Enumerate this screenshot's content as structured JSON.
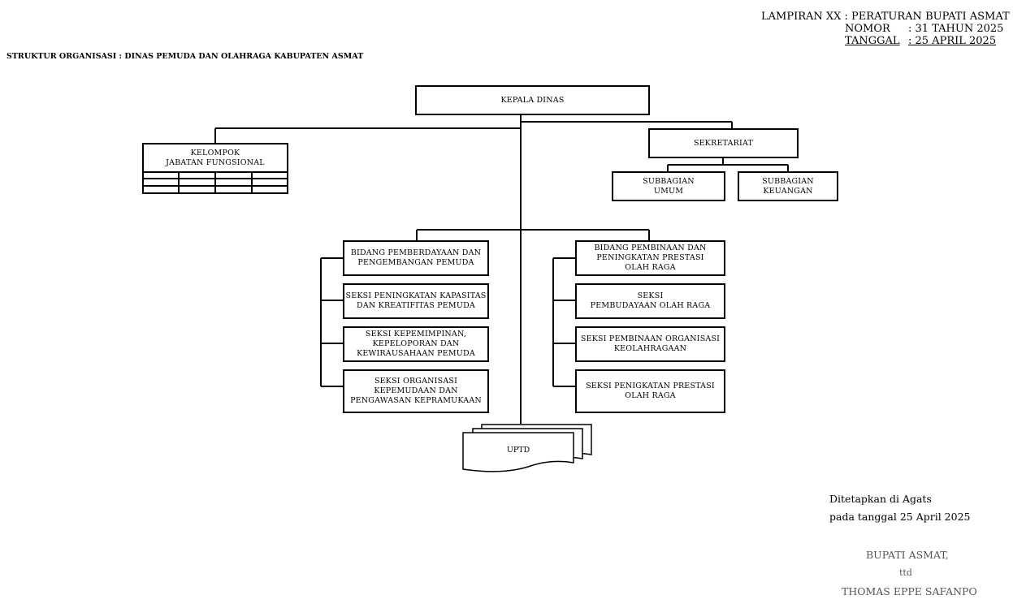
{
  "header": {
    "lampiran": "LAMPIRAN XX : PERATURAN BUPATI ASMAT",
    "nomor_label": "NOMOR",
    "nomor_value": ": 31 TAHUN 2025",
    "tanggal_label": "TANGGAL",
    "tanggal_value": ":   25 APRIL 2025"
  },
  "title": "STRUKTUR ORGANISASI : DINAS PEMUDA DAN OLAHRAGA KABUPATEN ASMAT",
  "units": {
    "kepala": "KEPALA DINAS",
    "fungsional_1": "KELOMPOK",
    "fungsional_2": "JABATAN FUNGSIONAL",
    "sekretariat": "SEKRETARIAT",
    "umum_1": "SUBBAGIAN",
    "umum_2": "UMUM",
    "keuangan_1": "SUBBAGIAN",
    "keuangan_2": "KEUANGAN",
    "left_bidang_1": "BIDANG PEMBERDAYAAN DAN",
    "left_bidang_2": "PENGEMBANGAN PEMUDA",
    "left_s1_1": "SEKSI PENINGKATAN KAPASITAS",
    "left_s1_2": "DAN KREATIFITAS PEMUDA",
    "left_s2_1": "SEKSI KEPEMIMPINAN,",
    "left_s2_2": "KEPELOPORAN DAN",
    "left_s2_3": "KEWIRAUSAHAAN PEMUDA",
    "left_s3_1": "SEKSI ORGANISASI",
    "left_s3_2": "KEPEMUDAAN DAN",
    "left_s3_3": "PENGAWASAN KEPRAMUKAAN",
    "right_bidang_1": "BIDANG PEMBINAAN DAN",
    "right_bidang_2": "PENINGKATAN PRESTASI",
    "right_bidang_3": "OLAH RAGA",
    "right_s1_1": "SEKSI",
    "right_s1_2": "PEMBUDAYAAN OLAH RAGA",
    "right_s2_1": "SEKSI PEMBINAAN ORGANISASI",
    "right_s2_2": "KEOLAHRAGAAN",
    "right_s3_1": "SEKSI PENIGKATAN PRESTASI",
    "right_s3_2": "OLAH RAGA",
    "uptd": "UPTD"
  },
  "footer": {
    "ditetapkan": "Ditetapkan di Agats",
    "tanggal": "pada tanggal 25 April 2025",
    "jabatan": "BUPATI ASMAT,",
    "ttd": "ttd",
    "nama": "THOMAS EPPE SAFANPO"
  }
}
